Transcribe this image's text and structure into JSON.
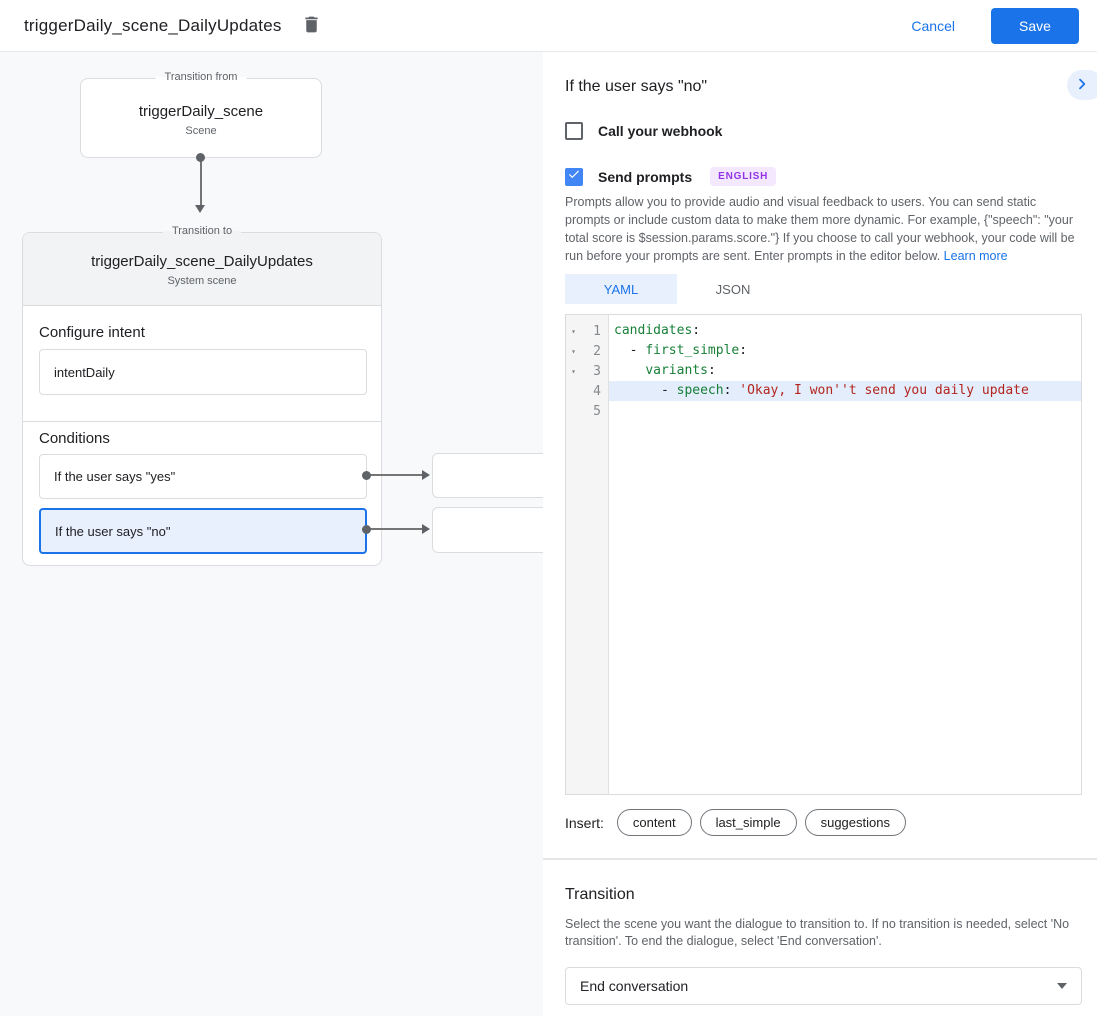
{
  "header": {
    "title": "triggerDaily_scene_DailyUpdates",
    "cancel_label": "Cancel",
    "save_label": "Save"
  },
  "canvas": {
    "from_box": {
      "legend": "Transition from",
      "title": "triggerDaily_scene",
      "subtitle": "Scene"
    },
    "to_box": {
      "legend": "Transition to",
      "title": "triggerDaily_scene_DailyUpdates",
      "subtitle": "System scene",
      "configure_intent_label": "Configure intent",
      "intent_value": "intentDaily",
      "conditions_label": "Conditions",
      "conditions": [
        {
          "label": "If the user says \"yes\"",
          "selected": false
        },
        {
          "label": "If the user says \"no\"",
          "selected": true
        }
      ]
    }
  },
  "panel": {
    "title": "If the user says \"no\"",
    "webhook": {
      "label": "Call your webhook",
      "checked": false
    },
    "send_prompts": {
      "label": "Send prompts",
      "checked": true,
      "badge": "ENGLISH"
    },
    "description": "Prompts allow you to provide audio and visual feedback to users. You can send static prompts or include custom data to make them more dynamic. For example, {\"speech\": \"your total score is $session.params.score.\"} If you choose to call your webhook, your code will be run before your prompts are sent. Enter prompts in the editor below. ",
    "learn_more_label": "Learn more",
    "tabs": [
      {
        "label": "YAML",
        "active": true
      },
      {
        "label": "JSON",
        "active": false
      }
    ],
    "editor": {
      "lines": [
        {
          "num": "1",
          "fold": "▾",
          "indent": "",
          "dash": "",
          "key": "candidates",
          "colon": ":",
          "str": ""
        },
        {
          "num": "2",
          "fold": "▾",
          "indent": "  ",
          "dash": "- ",
          "key": "first_simple",
          "colon": ":",
          "str": ""
        },
        {
          "num": "3",
          "fold": "▾",
          "indent": "    ",
          "dash": "",
          "key": "variants",
          "colon": ":",
          "str": ""
        },
        {
          "num": "4",
          "fold": "",
          "indent": "      ",
          "dash": "- ",
          "key": "speech",
          "colon": ": ",
          "str": "'Okay, I won''t send you daily update"
        },
        {
          "num": "5",
          "fold": "",
          "indent": "",
          "dash": "",
          "key": "",
          "colon": "",
          "str": ""
        }
      ]
    },
    "insert": {
      "label": "Insert:",
      "chips": [
        "content",
        "last_simple",
        "suggestions"
      ]
    },
    "transition": {
      "title": "Transition",
      "description": "Select the scene you want the dialogue to transition to. If no transition is needed, select 'No transition'. To end the dialogue, select 'End conversation'.",
      "dropdown_value": "End conversation"
    }
  },
  "colors": {
    "accent_blue": "#1a73e8",
    "checkbox_blue": "#4285f4",
    "selected_condition_bg": "#e8f0fe",
    "badge_purple_text": "#9334e6",
    "badge_purple_bg": "#f3e8fd",
    "code_key_green": "#188038",
    "code_string_red": "#b3261e",
    "highlight_line_bg": "#e3edfc",
    "canvas_bg": "#f8f9fa"
  }
}
